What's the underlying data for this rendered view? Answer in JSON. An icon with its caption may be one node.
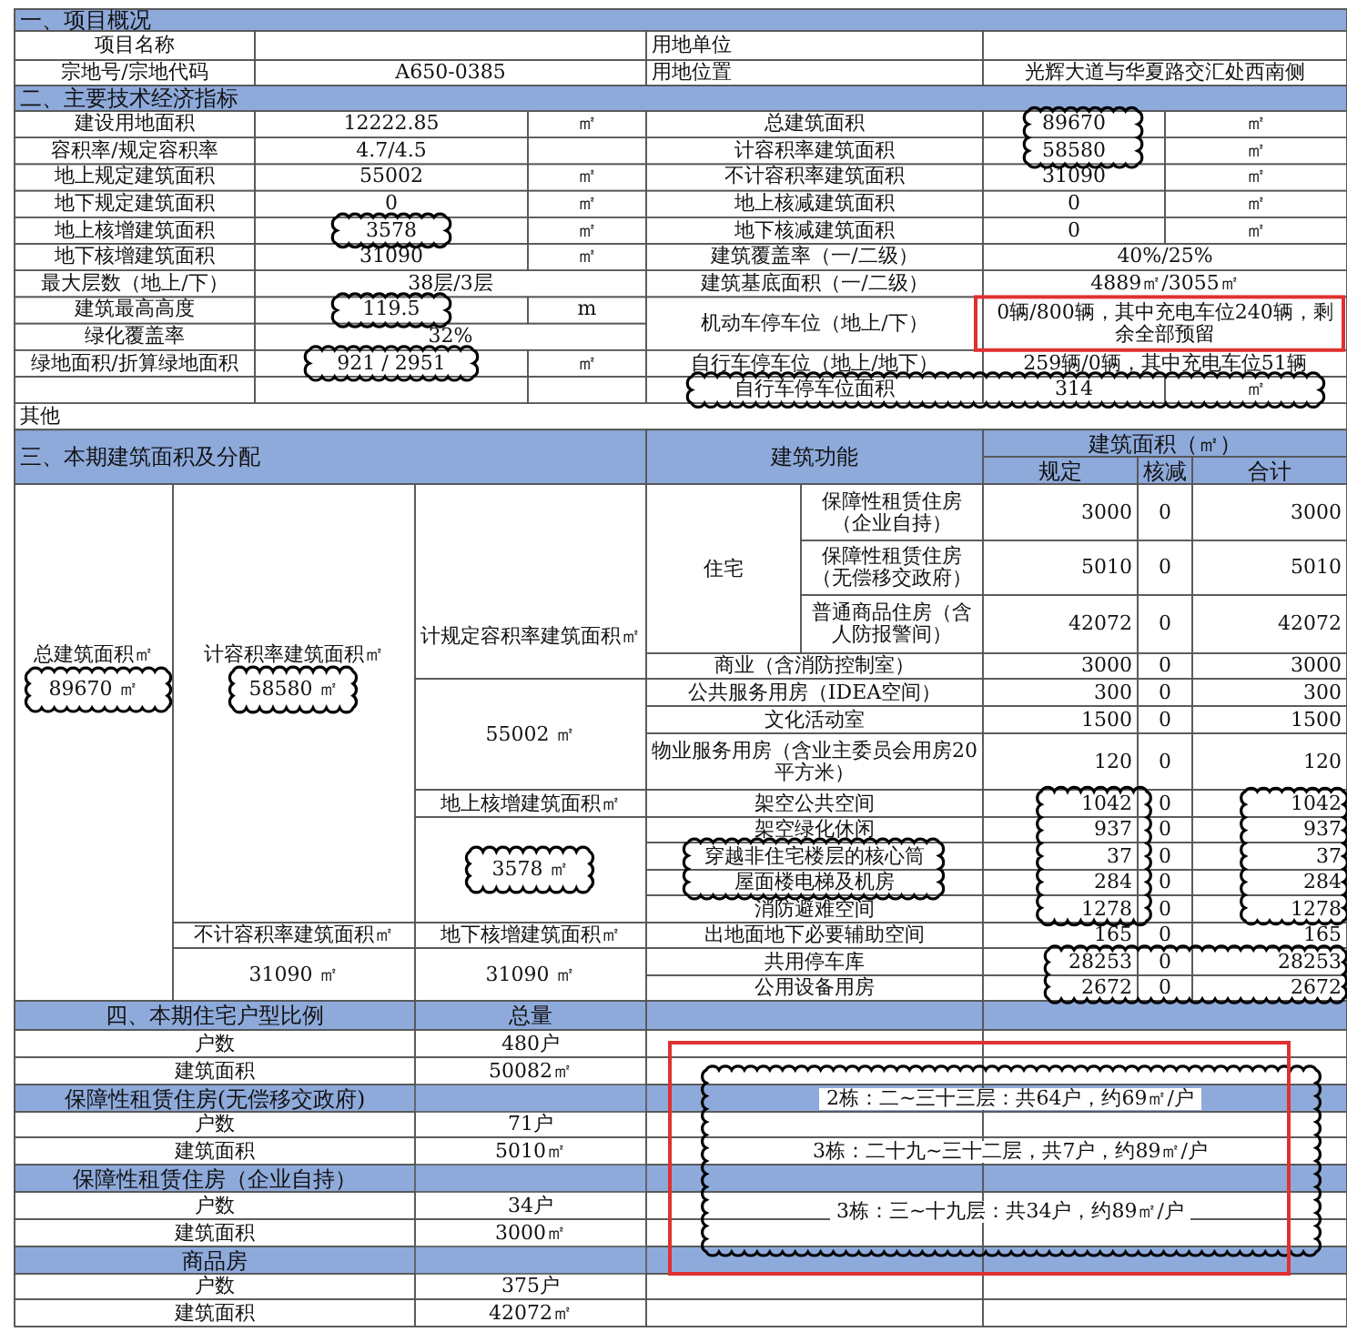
{
  "diagram": {
    "labels": [
      "一、项目概况",
      "项目名称",
      "用地单位",
      "宗地号/宗地代码",
      "A650-0385",
      "用地位置",
      "光辉大道与华夏路交汇处西南侧",
      "二、主要技术经济指标",
      "建设用地面积",
      "12222.85",
      "㎡",
      "总建筑面积",
      "89670",
      "㎡",
      "容积率/规定容积率",
      "4.7/4.5",
      "计容积率建筑面积",
      "58580",
      "㎡",
      "地上规定建筑面积",
      "55002",
      "㎡",
      "不计容积率建筑面积",
      "31090",
      "㎡",
      "地下规定建筑面积",
      "0",
      "㎡",
      "地上核减建筑面积",
      "0",
      "㎡",
      "地上核增建筑面积",
      "3578",
      "㎡",
      "地下核减建筑面积",
      "0",
      "㎡",
      "地下核增建筑面积",
      "31090",
      "㎡",
      "建筑覆盖率（一/二级）",
      "40%/25%",
      "最大层数（地上/下）",
      "38层/3层",
      "建筑基底面积（一/二级）",
      "4889㎡/3055㎡",
      "建筑最高高度",
      "119.5",
      "m",
      "机动车停车位（地上/下）",
      "0辆/800辆，其中充电车位240辆，剩余全部预留",
      "绿化覆盖率",
      "32%",
      "绿地面积/折算绿地面积",
      "921 / 2951",
      "㎡",
      "自行车停车位（地上/地下）",
      "259辆/0辆，其中充电车位51辆",
      "自行车停车位面积",
      "314",
      "㎡",
      "其他",
      "三、本期建筑面积及分配",
      "建筑功能",
      "建筑面积（㎡）",
      "规定",
      "核减",
      "合计",
      "总建筑面积㎡",
      "89670 ㎡",
      "计容积率建筑面积㎡",
      "58580 ㎡",
      "计规定容积率建筑面积㎡",
      "住宅",
      "保障性租赁住房（企业自持）",
      "3000",
      "0",
      "3000",
      "保障性租赁住房（无偿移交政府）",
      "5010",
      "0",
      "5010",
      "普通商品住房（含人防报警间）",
      "42072",
      "0",
      "42072",
      "商业（含消防控制室）",
      "3000",
      "0",
      "3000",
      "公共服务用房（IDEA空间）",
      "300",
      "0",
      "300",
      "55002 ㎡",
      "文化活动室",
      "1500",
      "0",
      "1500",
      "物业服务用房（含业主委员会用房20平方米）",
      "120",
      "0",
      "120",
      "地上核增建筑面积㎡",
      "架空公共空间",
      "1042",
      "0",
      "1042",
      "架空绿化休闲",
      "937",
      "0",
      "937",
      "3578 ㎡",
      "穿越非住宅楼层的核心筒",
      "37",
      "0",
      "37",
      "屋面楼电梯及机房",
      "284",
      "0",
      "284",
      "消防避难空间",
      "1278",
      "0",
      "1278",
      "不计容积率建筑面积㎡",
      "地下核增建筑面积㎡",
      "出地面地下必要辅助空间",
      "165",
      "0",
      "165",
      "31090 ㎡",
      "31090 ㎡",
      "共用停车库",
      "28253",
      "0",
      "28253",
      "公用设备用房",
      "2672",
      "0",
      "2672",
      "四、本期住宅户型比例",
      "总量",
      "户数",
      "480户",
      "建筑面积",
      "50082㎡",
      "保障性租赁住房(无偿移交政府)",
      "户数",
      "71户",
      "建筑面积",
      "5010㎡",
      "保障性租赁住房（企业自持）",
      "户数",
      "34户",
      "建筑面积",
      "3000㎡",
      "商品房",
      "户数",
      "375户",
      "建筑面积",
      "42072㎡",
      "2栋：二~三十三层：共64户，约69㎡/户",
      "3栋：二十九~三十二层，共7户，约89㎡/户",
      "3栋：三~十九层：共34户，约89㎡/户"
    ]
  }
}
